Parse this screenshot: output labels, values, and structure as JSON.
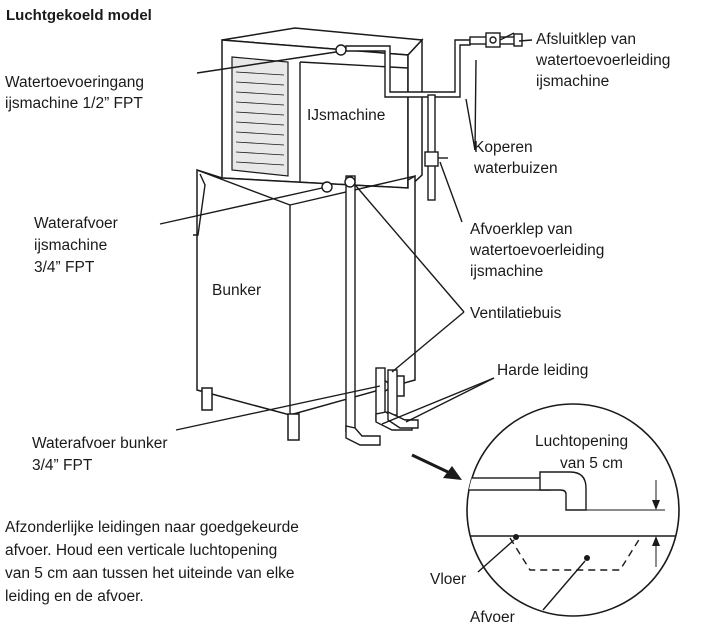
{
  "title": "Luchtgekoeld model",
  "labels": {
    "water_supply_inlet": [
      "Watertoevoeringang",
      "ijsmachine 1/2” FPT"
    ],
    "icemaker": "IJsmachine",
    "shutoff_valve": [
      "Afsluitklep van",
      "watertoevoerleiding",
      "ijsmachine"
    ],
    "copper_tubing": [
      "Koperen",
      "waterbuizen"
    ],
    "drain_valve": [
      "Afvoerklep van",
      "watertoevoerleiding",
      "ijsmachine"
    ],
    "icemaker_drain": [
      "Waterafvoer",
      "ijsmachine",
      "3/4” FPT"
    ],
    "bin": "Bunker",
    "vent_tube": "Ventilatiebuis",
    "hard_piping": "Harde leiding",
    "bin_drain": [
      "Waterafvoer bunker",
      "3/4” FPT"
    ],
    "air_gap": [
      "Luchtopening",
      "van 5 cm"
    ],
    "floor": "Vloer",
    "drain": "Afvoer"
  },
  "note": [
    "Afzonderlijke leidingen naar goedgekeurde",
    "afvoer. Houd een verticale luchtopening",
    "van 5 cm aan tussen het uiteinde van elke",
    "leiding en de afvoer."
  ],
  "colors": {
    "ink": "#1a1a1a",
    "paper": "#ffffff",
    "shade": "#e8e8e8"
  }
}
